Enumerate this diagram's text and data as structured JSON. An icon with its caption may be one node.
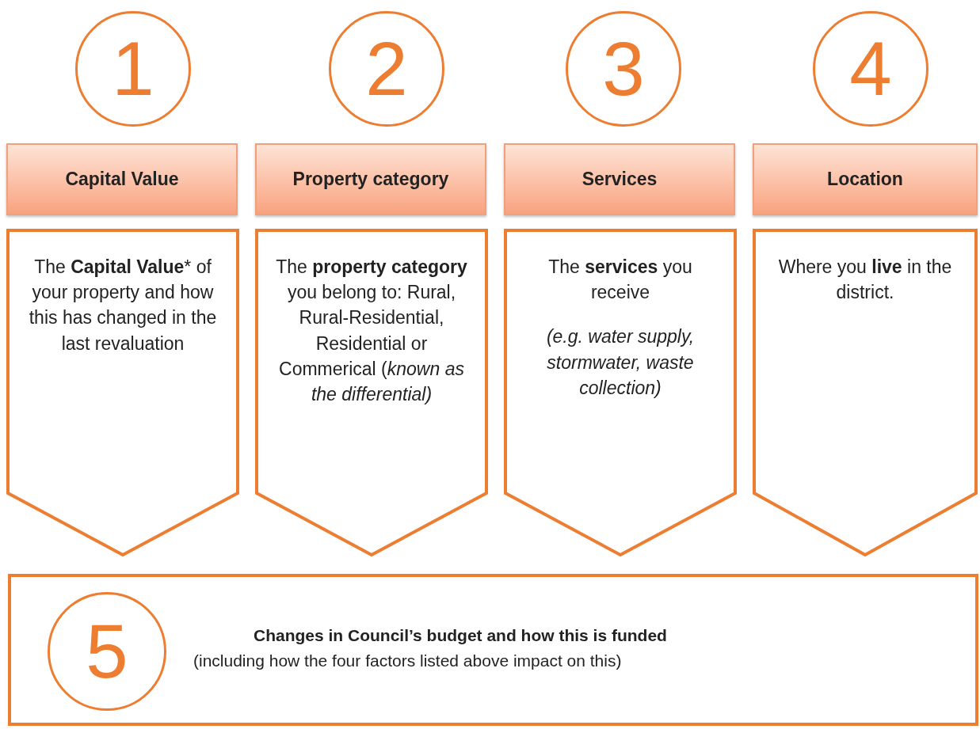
{
  "diagram": {
    "nodes": [
      {
        "text": [
          "1"
        ]
      },
      {
        "text": [
          "2"
        ]
      },
      {
        "text": [
          "3"
        ]
      },
      {
        "text": [
          "4"
        ]
      },
      {
        "text": [
          "Capital Value"
        ]
      },
      {
        "text": [
          "Property category"
        ]
      },
      {
        "text": [
          "Services"
        ]
      },
      {
        "text": [
          "Location"
        ]
      },
      {
        "text": [
          "The **Capital Value*** of your property and how this has changed in the last revaluation"
        ]
      },
      {
        "text": [
          "The **property category** you belong to: Rural, Rural-Residential, Residential or Commerical (*known as the differential)*"
        ]
      },
      {
        "text": [
          "The **services** you receive",
          "(e.g. water supply, stormwater, waste collection)"
        ]
      },
      {
        "text": [
          "Where you **live** in the district."
        ]
      },
      {
        "text": [
          "Changes in Council’s budget and how this is funded",
          "(including how the four factors listed above impact on this)"
        ]
      },
      {
        "text": [
          "5"
        ],
        "in": 12
      }
    ]
  }
}
